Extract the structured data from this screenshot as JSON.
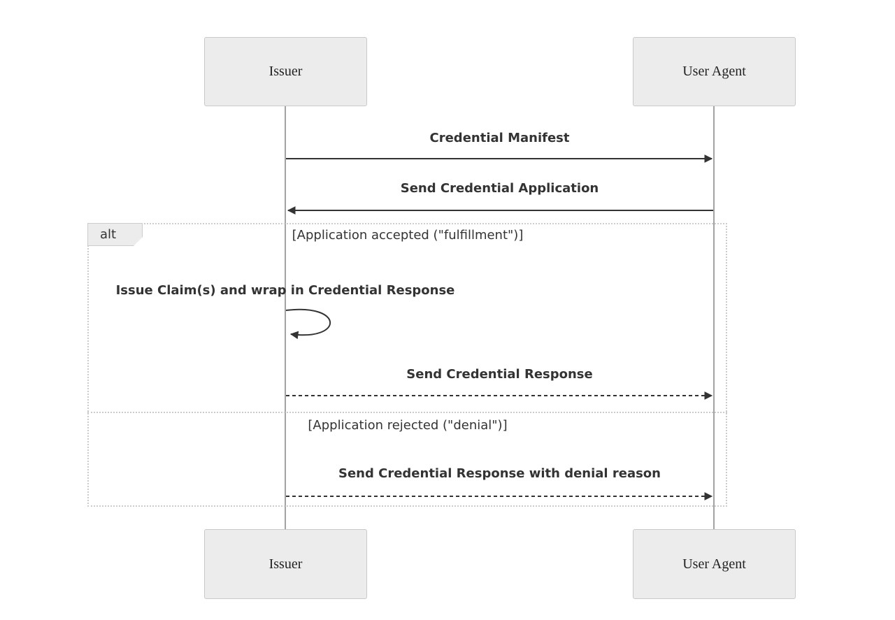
{
  "diagram": {
    "type": "sequence",
    "actors": {
      "issuer": "Issuer",
      "user_agent": "User Agent"
    },
    "messages": [
      {
        "label": "Credential Manifest",
        "from": "Issuer",
        "to": "User Agent",
        "line": "solid"
      },
      {
        "label": "Send Credential Application",
        "from": "User Agent",
        "to": "Issuer",
        "line": "solid"
      },
      {
        "label": "Issue Claim(s) and wrap in Credential Response",
        "from": "Issuer",
        "to": "Issuer",
        "line": "self-loop"
      },
      {
        "label": "Send Credential Response",
        "from": "Issuer",
        "to": "User Agent",
        "line": "dashed"
      },
      {
        "label": "Send Credential Response with denial reason",
        "from": "Issuer",
        "to": "User Agent",
        "line": "dashed"
      }
    ],
    "alt_frame": {
      "label": "alt",
      "conditions": {
        "accepted": "[Application accepted (\"fulfillment\")]",
        "rejected": "[Application rejected (\"denial\")]"
      }
    },
    "colors": {
      "background": "#ffffff",
      "actor_fill": "#ececec",
      "actor_border": "#c9c9c9",
      "actor_text": "#222222",
      "message_text": "#333333",
      "arrow": "#333333",
      "lifeline": "#a3a3a3",
      "frame_border": "#cccccc",
      "alt_label_fill": "#ececec"
    }
  }
}
